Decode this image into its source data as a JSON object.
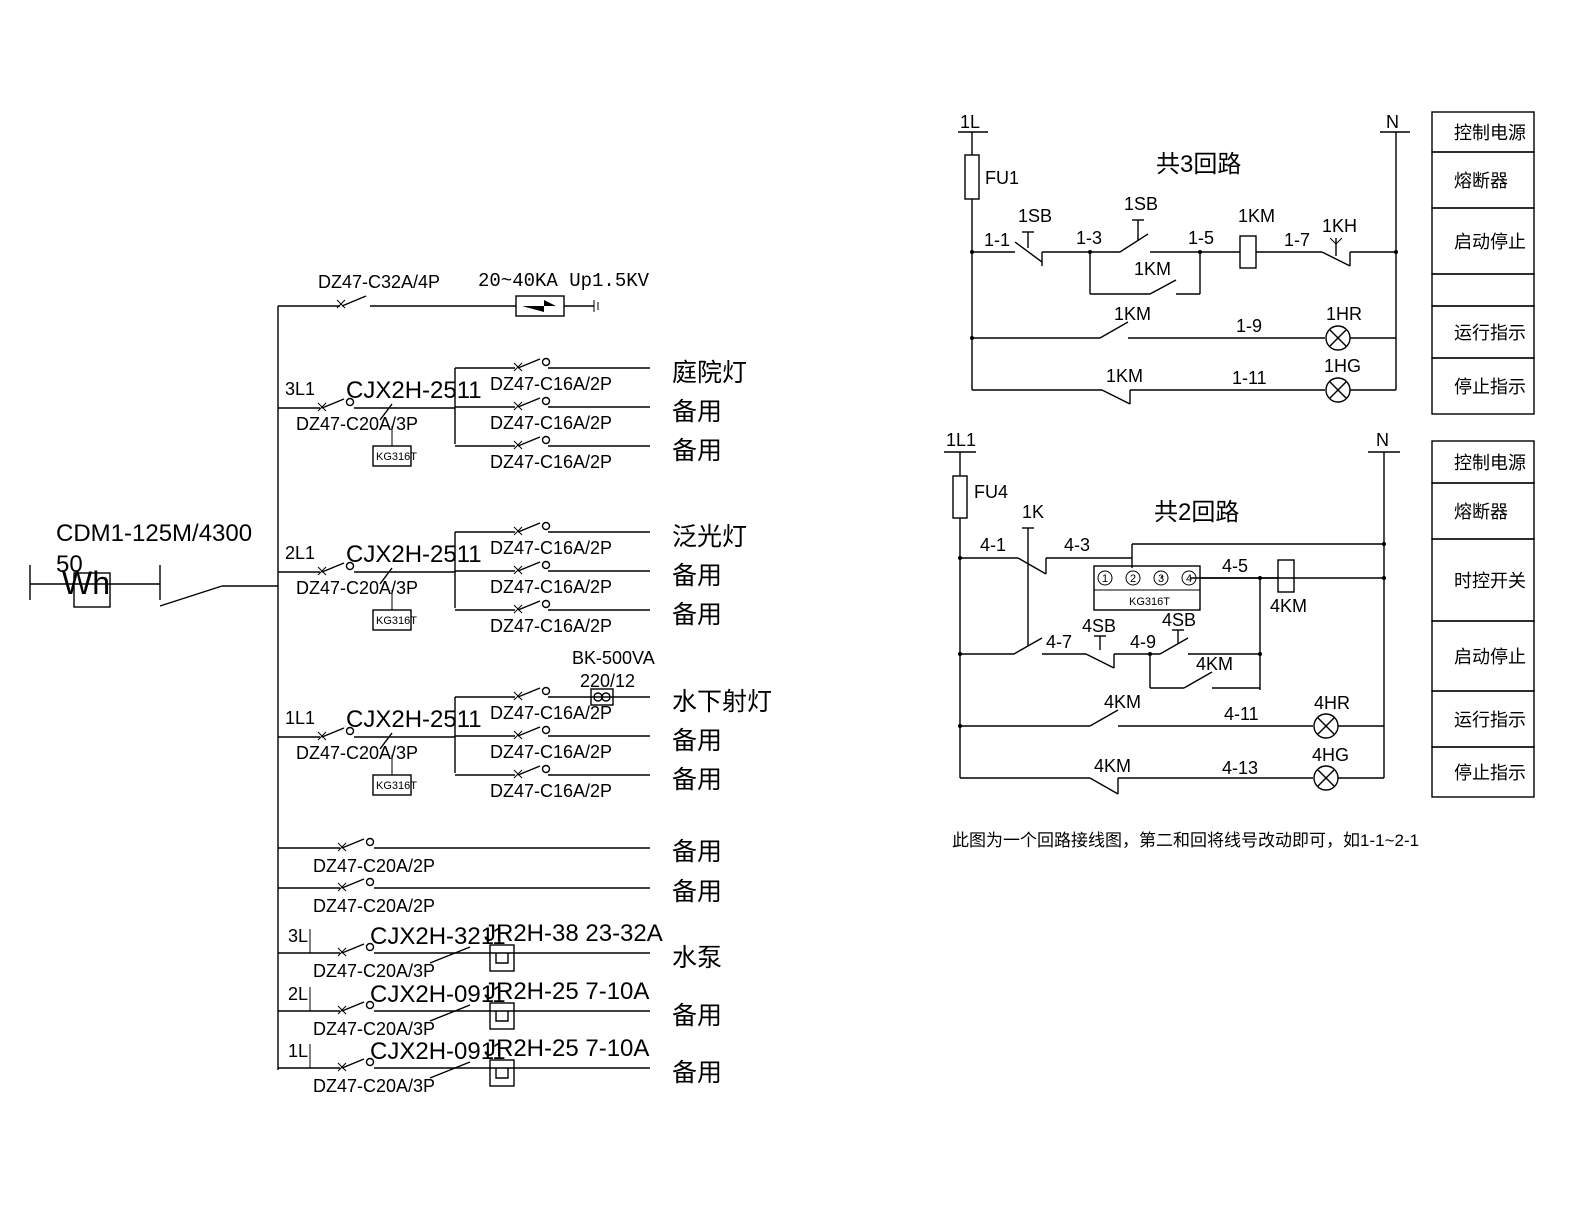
{
  "main_panel": {
    "meter_model": "CDM1-125M/4300",
    "meter_current": "50",
    "meter_symbol": "Wh",
    "spd_breaker": "DZ47-C32A/4P",
    "spd_rating": "20~40KA Up1.5KV",
    "lighting_circuits": [
      {
        "phase": "3L1",
        "contactor": "CJX2H-2511",
        "main_breaker": "DZ47-C20A/3P",
        "timer": "KG316T",
        "branches": [
          {
            "breaker": "DZ47-C16A/2P",
            "load": "庭院灯"
          },
          {
            "breaker": "DZ47-C16A/2P",
            "load": "备用"
          },
          {
            "breaker": "DZ47-C16A/2P",
            "load": "备用"
          }
        ]
      },
      {
        "phase": "2L1",
        "contactor": "CJX2H-2511",
        "main_breaker": "DZ47-C20A/3P",
        "timer": "KG316T",
        "branches": [
          {
            "breaker": "DZ47-C16A/2P",
            "load": "泛光灯"
          },
          {
            "breaker": "DZ47-C16A/2P",
            "load": "备用"
          },
          {
            "breaker": "DZ47-C16A/2P",
            "load": "备用"
          }
        ]
      },
      {
        "phase": "1L1",
        "contactor": "CJX2H-2511",
        "main_breaker": "DZ47-C20A/3P",
        "timer": "KG316T",
        "transformer": "BK-500VA",
        "transformer_ratio": "220/12",
        "branches": [
          {
            "breaker": "DZ47-C16A/2P",
            "load": "水下射灯"
          },
          {
            "breaker": "DZ47-C16A/2P",
            "load": "备用"
          },
          {
            "breaker": "DZ47-C16A/2P",
            "load": "备用"
          }
        ]
      }
    ],
    "spare_circuits": [
      {
        "breaker": "DZ47-C20A/2P",
        "load": "备用"
      },
      {
        "breaker": "DZ47-C20A/2P",
        "load": "备用"
      }
    ],
    "motor_circuits": [
      {
        "phase": "3L",
        "contactor": "CJX2H-3211",
        "breaker": "DZ47-C20A/3P",
        "relay": "JR2H-38 23-32A",
        "load": "水泵"
      },
      {
        "phase": "2L",
        "contactor": "CJX2H-0911",
        "breaker": "DZ47-C20A/3P",
        "relay": "JR2H-25 7-10A",
        "load": "备用"
      },
      {
        "phase": "1L",
        "contactor": "CJX2H-0911",
        "breaker": "DZ47-C20A/3P",
        "relay": "JR2H-25 7-10A",
        "load": "备用"
      }
    ]
  },
  "control_top": {
    "phase": "1L",
    "neutral": "N",
    "fuse": "FU1",
    "title": "共3回路",
    "stop_button": "1SB",
    "start_button": "1SB",
    "coil": "1KM",
    "overload": "1KH",
    "hold_contact": "1KM",
    "run_contact": "1KM",
    "stop_contact": "1KM",
    "run_lamp": "1HR",
    "stop_lamp": "1HG",
    "wires": [
      "1-1",
      "1-3",
      "1-5",
      "1-7",
      "1-9",
      "1-11"
    ],
    "legend": [
      "控制电源",
      "熔断器",
      "启动停止",
      "",
      "运行指示",
      "停止指示"
    ]
  },
  "control_bottom": {
    "phase": "1L1",
    "neutral": "N",
    "fuse": "FU4",
    "title": "共2回路",
    "switch": "1K",
    "timer": "KG316T",
    "terminals": [
      "1",
      "2",
      "3",
      "4"
    ],
    "stop_button": "4SB",
    "start_button": "4SB",
    "coil": "4KM",
    "hold_contact": "4KM",
    "run_contact": "4KM",
    "stop_contact": "4KM",
    "run_lamp": "4HR",
    "stop_lamp": "4HG",
    "wires": [
      "4-1",
      "4-3",
      "4-5",
      "4-7",
      "4-9",
      "4-11",
      "4-13"
    ],
    "legend": [
      "控制电源",
      "熔断器",
      "时控开关",
      "启动停止",
      "运行指示",
      "停止指示"
    ]
  },
  "footnote": "此图为一个回路接线图，第二和回将线号改动即可，如1-1~2-1"
}
